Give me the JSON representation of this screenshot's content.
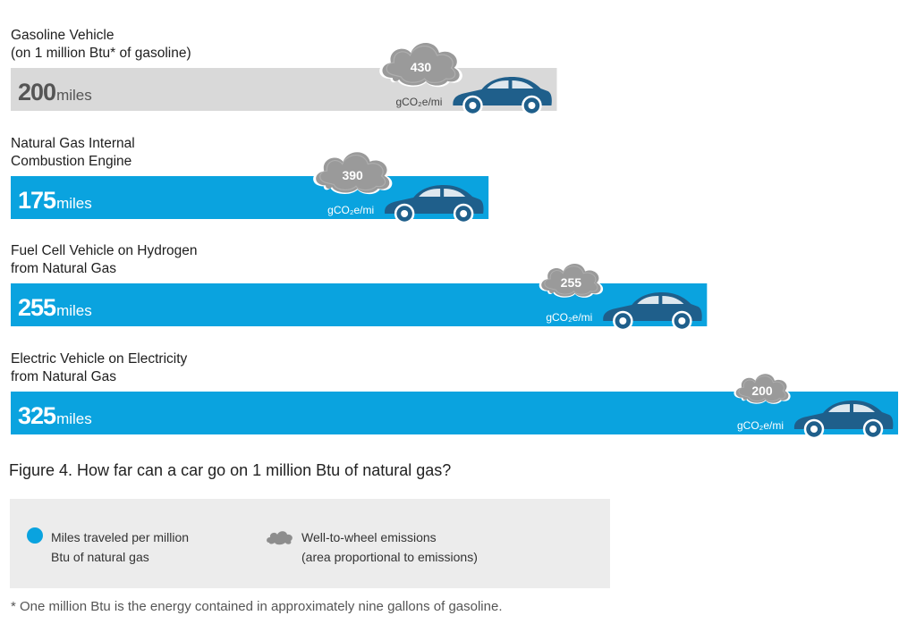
{
  "chart_data": {
    "type": "bar",
    "title": "Figure 4. How far can a car go on 1 million Btu of natural gas?",
    "categories": [
      "Gasoline Vehicle (on 1 million Btu* of gasoline)",
      "Natural Gas Internal Combustion Engine",
      "Fuel Cell Vehicle on Hydrogen from Natural Gas",
      "Electric Vehicle on Electricity from Natural Gas"
    ],
    "label_lines": [
      [
        "Gasoline Vehicle",
        "(on 1 million Btu* of gasoline)"
      ],
      [
        "Natural Gas Internal",
        "Combustion Engine"
      ],
      [
        "Fuel Cell Vehicle on Hydrogen",
        "from Natural Gas"
      ],
      [
        "Electric Vehicle on Electricity",
        "from Natural Gas"
      ]
    ],
    "series": [
      {
        "name": "Miles traveled per million Btu of natural gas",
        "values": [
          200,
          175,
          255,
          325
        ],
        "unit": "miles"
      },
      {
        "name": "Well-to-wheel emissions",
        "values": [
          430,
          390,
          255,
          200
        ],
        "unit": "gCO₂e/mi"
      }
    ],
    "bar_colors": [
      "#d9d9d9",
      "#0aa3df",
      "#0aa3df",
      "#0aa3df"
    ],
    "cloud_color": "#9a9a9a",
    "car_color": "#1f5f8b",
    "xlim": [
      0,
      325
    ]
  },
  "legend": {
    "item1_line1": "Miles traveled per million",
    "item1_line2": "Btu of natural gas",
    "item2_line1": "Well-to-wheel emissions",
    "item2_line2": "(area proportional to emissions)"
  },
  "footnote": "*  One million Btu is the energy contained in approximately nine gallons of gasoline."
}
